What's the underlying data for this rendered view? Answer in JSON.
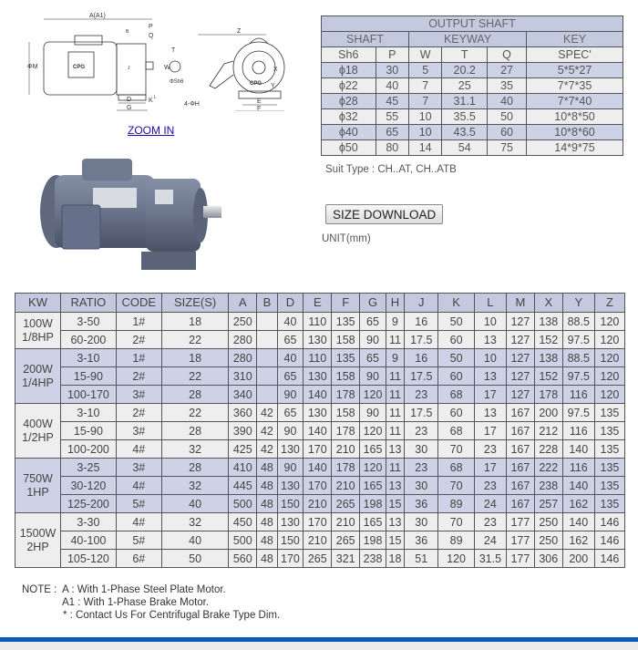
{
  "drawing": {
    "labels": {
      "a": "A(A1)",
      "m": "ΦM",
      "p": "P",
      "q": "Q",
      "b": "B",
      "j": "J",
      "d": "D",
      "g": "G",
      "k": "K",
      "l": "L",
      "z": "Z",
      "x": "X",
      "y": "Y",
      "e": "E",
      "f": "F",
      "h": "4-ΦH",
      "t": "T",
      "w": "W",
      "sh6": "ΦSh6",
      "brand": "CPG"
    },
    "zoom_link": "ZOOM IN"
  },
  "output_shaft": {
    "title": "OUTPUT SHAFT",
    "groups": [
      "SHAFT",
      "KEYWAY",
      "KEY"
    ],
    "columns": [
      "Sh6",
      "P",
      "W",
      "T",
      "Q",
      "SPEC'"
    ],
    "rows": [
      [
        "ϕ18",
        "30",
        "5",
        "20.2",
        "27",
        "5*5*27"
      ],
      [
        "ϕ22",
        "40",
        "7",
        "25",
        "35",
        "7*7*35"
      ],
      [
        "ϕ28",
        "45",
        "7",
        "31.1",
        "40",
        "7*7*40"
      ],
      [
        "ϕ32",
        "55",
        "10",
        "35.5",
        "50",
        "10*8*50"
      ],
      [
        "ϕ40",
        "65",
        "10",
        "43.5",
        "60",
        "10*8*60"
      ],
      [
        "ϕ50",
        "80",
        "14",
        "54",
        "75",
        "14*9*75"
      ]
    ]
  },
  "suit_type": "Suit Type : CH..AT, CH..ATB",
  "size_download": "SIZE DOWNLOAD",
  "unit": "UNIT(mm)",
  "dimensions": {
    "columns": [
      "KW",
      "RATIO",
      "CODE",
      "SIZE(S)",
      "A",
      "B",
      "D",
      "E",
      "F",
      "G",
      "H",
      "J",
      "K",
      "L",
      "M",
      "X",
      "Y",
      "Z"
    ],
    "groups": [
      {
        "kw": [
          "100W",
          "1/8HP"
        ],
        "rows": [
          [
            "3-50",
            "1#",
            "18",
            "250",
            "",
            "40",
            "110",
            "135",
            "65",
            "9",
            "16",
            "50",
            "10",
            "127",
            "138",
            "88.5",
            "120"
          ],
          [
            "60-200",
            "2#",
            "22",
            "280",
            "",
            "65",
            "130",
            "158",
            "90",
            "11",
            "17.5",
            "60",
            "13",
            "127",
            "152",
            "97.5",
            "120"
          ]
        ]
      },
      {
        "kw": [
          "200W",
          "1/4HP"
        ],
        "rows": [
          [
            "3-10",
            "1#",
            "18",
            "280",
            "",
            "40",
            "110",
            "135",
            "65",
            "9",
            "16",
            "50",
            "10",
            "127",
            "138",
            "88.5",
            "120"
          ],
          [
            "15-90",
            "2#",
            "22",
            "310",
            "",
            "65",
            "130",
            "158",
            "90",
            "11",
            "17.5",
            "60",
            "13",
            "127",
            "152",
            "97.5",
            "120"
          ],
          [
            "100-170",
            "3#",
            "28",
            "340",
            "",
            "90",
            "140",
            "178",
            "120",
            "11",
            "23",
            "68",
            "17",
            "127",
            "178",
            "116",
            "120"
          ]
        ]
      },
      {
        "kw": [
          "400W",
          "1/2HP"
        ],
        "rows": [
          [
            "3-10",
            "2#",
            "22",
            "360",
            "42",
            "65",
            "130",
            "158",
            "90",
            "11",
            "17.5",
            "60",
            "13",
            "167",
            "200",
            "97.5",
            "135"
          ],
          [
            "15-90",
            "3#",
            "28",
            "390",
            "42",
            "90",
            "140",
            "178",
            "120",
            "11",
            "23",
            "68",
            "17",
            "167",
            "212",
            "116",
            "135"
          ],
          [
            "100-200",
            "4#",
            "32",
            "425",
            "42",
            "130",
            "170",
            "210",
            "165",
            "13",
            "30",
            "70",
            "23",
            "167",
            "228",
            "140",
            "135"
          ]
        ]
      },
      {
        "kw": [
          "750W",
          "1HP"
        ],
        "rows": [
          [
            "3-25",
            "3#",
            "28",
            "410",
            "48",
            "90",
            "140",
            "178",
            "120",
            "11",
            "23",
            "68",
            "17",
            "167",
            "222",
            "116",
            "135"
          ],
          [
            "30-120",
            "4#",
            "32",
            "445",
            "48",
            "130",
            "170",
            "210",
            "165",
            "13",
            "30",
            "70",
            "23",
            "167",
            "238",
            "140",
            "135"
          ],
          [
            "125-200",
            "5#",
            "40",
            "500",
            "48",
            "150",
            "210",
            "265",
            "198",
            "15",
            "36",
            "89",
            "24",
            "167",
            "257",
            "162",
            "135"
          ]
        ]
      },
      {
        "kw": [
          "1500W",
          "2HP"
        ],
        "rows": [
          [
            "3-30",
            "4#",
            "32",
            "450",
            "48",
            "130",
            "170",
            "210",
            "165",
            "13",
            "30",
            "70",
            "23",
            "177",
            "250",
            "140",
            "146"
          ],
          [
            "40-100",
            "5#",
            "40",
            "500",
            "48",
            "150",
            "210",
            "265",
            "198",
            "15",
            "36",
            "89",
            "24",
            "177",
            "250",
            "162",
            "146"
          ],
          [
            "105-120",
            "6#",
            "50",
            "560",
            "48",
            "170",
            "265",
            "321",
            "238",
            "18",
            "51",
            "120",
            "31.5",
            "177",
            "306",
            "200",
            "146"
          ]
        ]
      }
    ]
  },
  "notes": {
    "label": "NOTE :",
    "lines": [
      "A  : With 1-Phase Steel Plate Motor.",
      "A1 : With 1-Phase Brake Motor.",
      "* : Contact Us For Centrifugal Brake Type Dim."
    ]
  },
  "colors": {
    "header_blue": "#c3c9df",
    "row_blue": "#cdd2e6",
    "row_white": "#eeeeee",
    "footer_bar": "#0a5cb8"
  }
}
